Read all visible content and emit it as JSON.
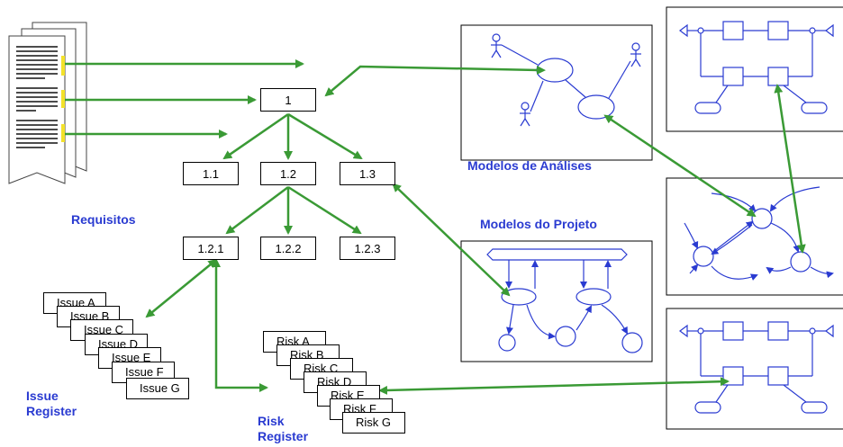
{
  "labels": {
    "requisitos": "Requisitos",
    "modelos_analises": "Modelos de Análises",
    "modelos_projeto": "Modelos do Projeto",
    "issue_register_line1": "Issue",
    "issue_register_line2": "Register",
    "risk_register_line1": "Risk",
    "risk_register_line2": "Register"
  },
  "wbs": {
    "root": "1",
    "level1": [
      "1.1",
      "1.2",
      "1.3"
    ],
    "level2": [
      "1.2.1",
      "1.2.2",
      "1.2.3"
    ]
  },
  "issues": [
    "Issue A",
    "Issue B",
    "Issue C",
    "Issue D",
    "Issue E",
    "Issue F",
    "Issue G"
  ],
  "risks": [
    "Risk A",
    "Risk B",
    "Risk C",
    "Risk D",
    "Risk E",
    "Risk F",
    "Risk G"
  ],
  "colors": {
    "arrow": "#3a9a35",
    "label": "#2a3bd1",
    "model_stroke": "#2a3bd1",
    "highlight": "#f3e22a"
  }
}
